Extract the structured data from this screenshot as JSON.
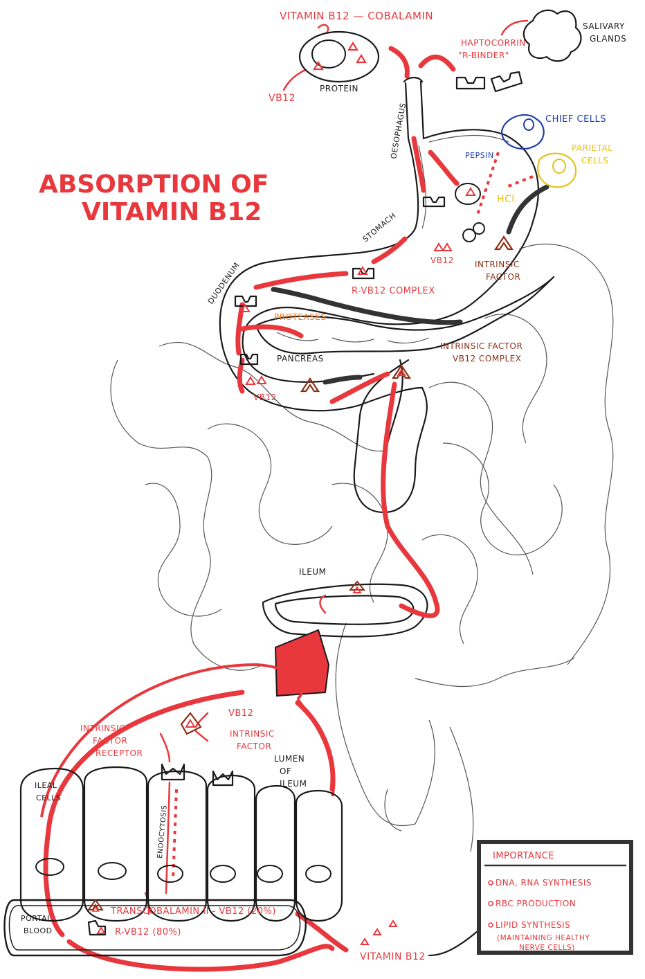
{
  "title": [
    "ABSORPTION OF",
    "VITAMIN B12"
  ],
  "labels": {
    "vitamin_header": "VITAMIN B12 — COBALAMIN",
    "haptocorrin": "HAPTOCORRIN",
    "r_binder": "\"R-BINDER\"",
    "salivary": "SALIVARY",
    "glands": "GLANDS",
    "protein": "PROTEIN",
    "vb12_top": "VB12",
    "oesophagus": "OESOPHAGUS",
    "chief_cells": "CHIEF CELLS",
    "pepsin": "PEPSIN",
    "parietal": "PARIETAL",
    "cells": "CELLS",
    "hcl": "HCl",
    "stomach": "STOMACH",
    "vb12_stomach": "VB12",
    "intrinsic": "INTRINSIC",
    "factor": "FACTOR",
    "r_complex": "R-VB12 COMPLEX",
    "duodenum": "DUODENUM",
    "proteases": "PROTEASES",
    "pancreas": "PANCREAS",
    "if_complex_1": "INTRINSIC FACTOR",
    "if_complex_2": "VB12 COMPLEX",
    "vb12_duo": "VB12",
    "ileum": "ILEUM",
    "vb12_inset": "VB12",
    "if_inset_1": "INTRINSIC",
    "if_inset_2": "FACTOR",
    "ifr_1": "INTRINSIC",
    "ifr_2": "FACTOR",
    "ifr_3": "RECEPTOR",
    "lumen_1": "LUMEN",
    "lumen_2": "OF",
    "lumen_3": "ILEUM",
    "ileal_1": "ILEAL",
    "ileal_2": "CELLS",
    "endocytosis": "ENDOCYTOSIS",
    "portal_1": "PORTAL",
    "portal_2": "BLOOD",
    "tc2": "TRANSCOBALAMIN II - VB12 (20%)",
    "rvb": "R-VB12 (80%)",
    "vitamin_b12_out": "VITAMIN B12"
  },
  "importance": {
    "heading": "IMPORTANCE",
    "items": [
      "DNA, RNA SYNTHESIS",
      "RBC PRODUCTION",
      "LIPID SYNTHESIS"
    ],
    "note_1": "(MAINTAINING HEALTHY",
    "note_2": "NERVE CELLS)"
  },
  "colors": {
    "red": "#e8383d",
    "ink": "#1a1a1a",
    "blue": "#1e3ea8",
    "gold": "#e5c21b",
    "orange": "#ef7a2a",
    "brown": "#8b2f16"
  }
}
